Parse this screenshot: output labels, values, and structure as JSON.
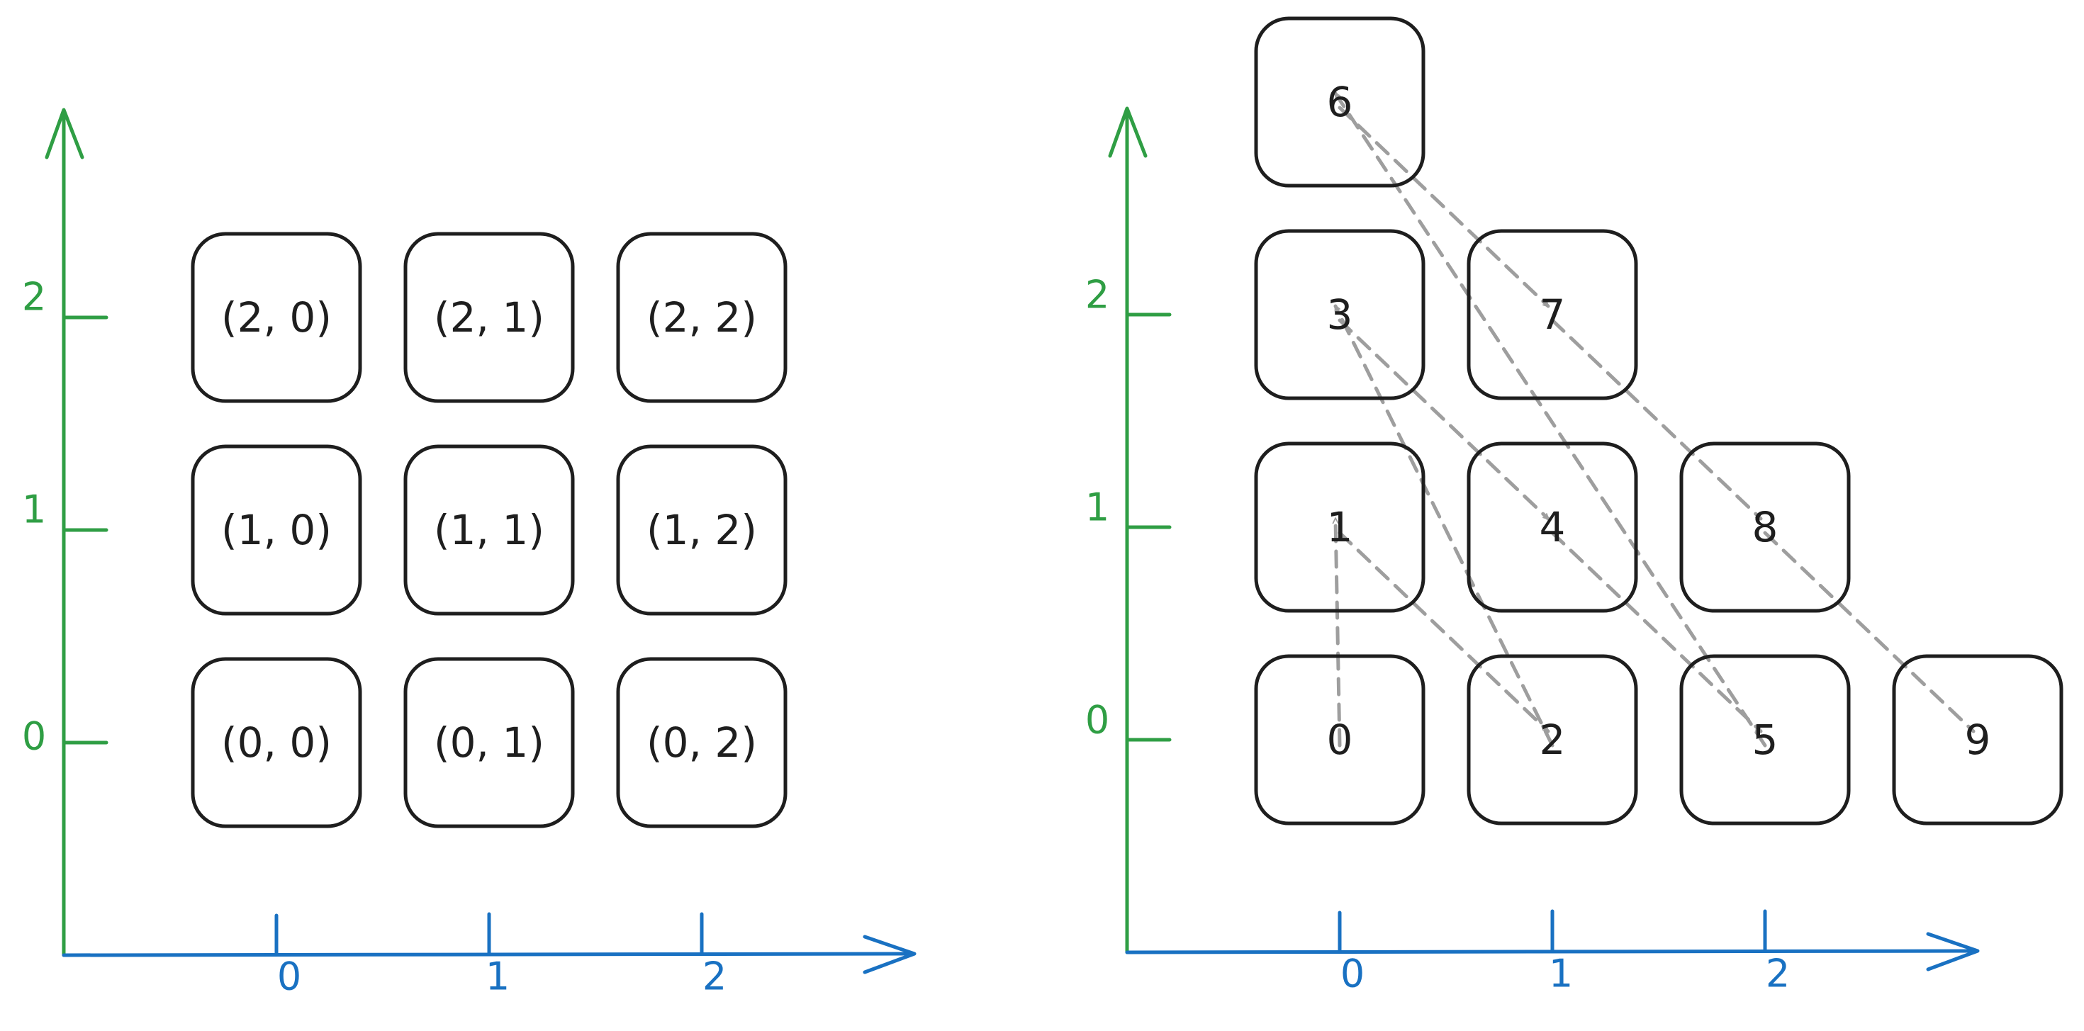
{
  "colors": {
    "y_axis": "#2f9e44",
    "x_axis": "#1971c2",
    "box_stroke": "#1e1e1e",
    "arrow_dashed": "#9e9e9e",
    "text": "#1e1e1e"
  },
  "left_diagram": {
    "y_ticks": [
      "0",
      "1",
      "2"
    ],
    "x_ticks": [
      "0",
      "1",
      "2"
    ],
    "cells": [
      {
        "row": 0,
        "col": 0,
        "label": "(0, 0)"
      },
      {
        "row": 0,
        "col": 1,
        "label": "(0, 1)"
      },
      {
        "row": 0,
        "col": 2,
        "label": "(0, 2)"
      },
      {
        "row": 1,
        "col": 0,
        "label": "(1, 0)"
      },
      {
        "row": 1,
        "col": 1,
        "label": "(1, 1)"
      },
      {
        "row": 1,
        "col": 2,
        "label": "(1, 2)"
      },
      {
        "row": 2,
        "col": 0,
        "label": "(2, 0)"
      },
      {
        "row": 2,
        "col": 1,
        "label": "(2, 1)"
      },
      {
        "row": 2,
        "col": 2,
        "label": "(2, 2)"
      }
    ]
  },
  "right_diagram": {
    "y_ticks": [
      "0",
      "1",
      "2"
    ],
    "x_ticks": [
      "0",
      "1",
      "2"
    ],
    "cells": [
      {
        "row": 0,
        "col": 0,
        "label": "0"
      },
      {
        "row": 1,
        "col": 0,
        "label": "1"
      },
      {
        "row": 0,
        "col": 1,
        "label": "2"
      },
      {
        "row": 2,
        "col": 0,
        "label": "3"
      },
      {
        "row": 1,
        "col": 1,
        "label": "4"
      },
      {
        "row": 0,
        "col": 2,
        "label": "5"
      },
      {
        "row": 3,
        "col": 0,
        "label": "6"
      },
      {
        "row": 2,
        "col": 1,
        "label": "7"
      },
      {
        "row": 1,
        "col": 2,
        "label": "8"
      },
      {
        "row": 0,
        "col": 3,
        "label": "9"
      }
    ],
    "sequence": [
      "0",
      "1",
      "2",
      "3",
      "4",
      "5",
      "6",
      "7",
      "8",
      "9"
    ]
  }
}
